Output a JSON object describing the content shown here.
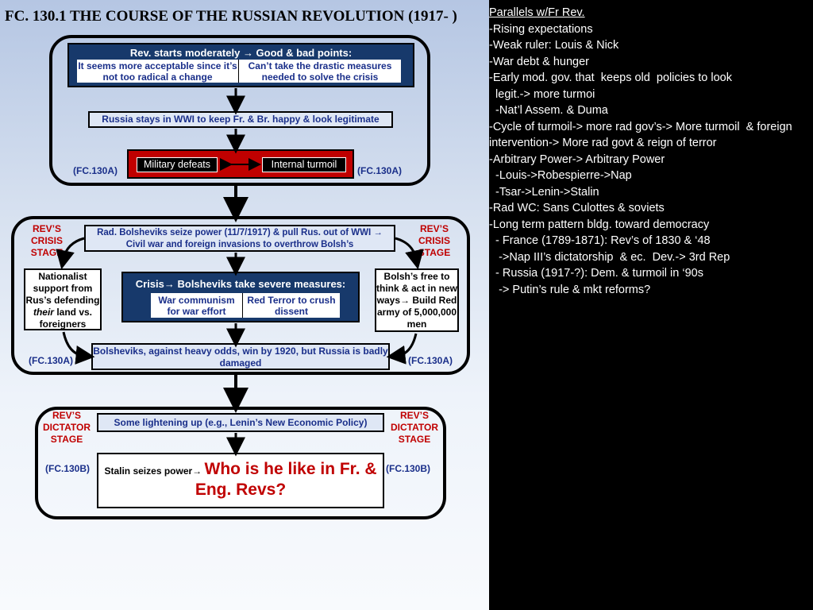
{
  "title": "FC. 130.1 THE COURSE OF THE RUSSIAN REVOLUTION (1917-  )",
  "top_panel": {
    "header": "Rev. starts moderately → Good & bad points:",
    "good": "It seems more acceptable since it’s not too radical a change",
    "bad": "Can’t take the drastic measures needed to solve the crisis",
    "wwi": "Russia stays in WWI to keep Fr. & Br. happy & look legitimate",
    "military": "Military defeats",
    "turmoil": "Internal turmoil",
    "ref_left": "(FC.130A)",
    "ref_right": "(FC.130A)"
  },
  "mid_panel": {
    "stage_left": "REV’S CRISIS STAGE",
    "stage_right": "REV’S CRISIS STAGE",
    "seize": "Rad. Bolsheviks seize power (11/7/1917) & pull Rus. out of WWI → Civil war and foreign invasions to overthrow Bolsh’s",
    "nationalist": [
      "Nationalist support from Rus’s defending ",
      "their",
      " land vs. foreigners"
    ],
    "crisis_header": "Crisis→ Bolsheviks take severe measures:",
    "war_communism": "War communism for war effort",
    "red_terror": "Red Terror to crush dissent",
    "free": "Bolsh’s free to think & act in new ways→ Build Red army of 5,000,000 men",
    "win": "Bolsheviks, against heavy odds, win by 1920, but Russia is badly damaged",
    "ref_left": "(FC.130A)",
    "ref_right": "(FC.130A)"
  },
  "bottom_panel": {
    "stage_left": "REV’S DICTATOR STAGE",
    "stage_right": "REV’S DICTATOR STAGE",
    "lightening": "Some lightening up (e.g., Lenin’s New Economic Policy)",
    "stalin": "Stalin seizes power→ ",
    "question": "Who is he like in Fr. & Eng. Revs?",
    "ref_left": "(FC.130B)",
    "ref_right": "(FC.130B)"
  },
  "notes": [
    "Parallels w/Fr Rev.",
    "-Rising expectations",
    "-Weak ruler: Louis & Nick",
    "-War debt & hunger",
    "-Early mod. gov. that  keeps old  policies to look",
    "  legit.-> more turmoi",
    "  -Nat’l Assem. & Duma",
    "-Cycle of turmoil-> more rad gov’s-> More turmoil  & foreign intervention-> More rad govt & reign of terror",
    "-Arbitrary Power-> Arbitrary Power",
    "  -Louis->Robespierre->Nap",
    "  -Tsar->Lenin->Stalin",
    "-Rad WC: Sans Culottes & soviets",
    "-Long term pattern bldg. toward democracy",
    "  - France (1789-1871): Rev’s of 1830 & ‘48",
    "   ->Nap III’s dictatorship  & ec.  Dev.-> 3rd Rep",
    "  - Russia (1917-?): Dem. & turmoil in ‘90s",
    "   -> Putin’s rule & mkt reforms?"
  ],
  "colors": {
    "navy": "#17396b",
    "accent_red": "#c00000",
    "label_blue": "#1a2f8a"
  }
}
